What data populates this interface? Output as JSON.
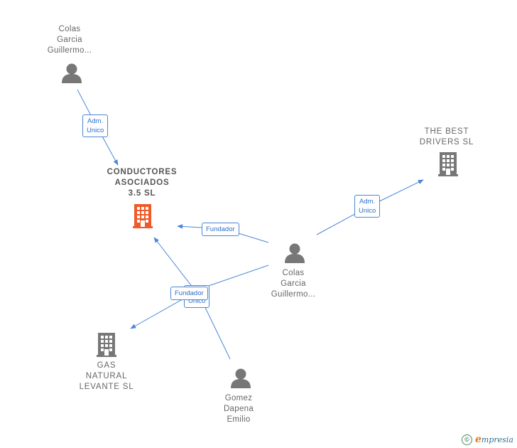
{
  "nodes": {
    "person_top": {
      "label": "Colas\nGarcia\nGuillermo...",
      "type": "person"
    },
    "conductores": {
      "label": "CONDUCTORES\nASOCIADOS\n3.5  SL",
      "type": "company-focus"
    },
    "best_drivers": {
      "label": "THE BEST\nDRIVERS  SL",
      "type": "company"
    },
    "person_center": {
      "label": "Colas\nGarcia\nGuillermo...",
      "type": "person"
    },
    "gas_natural": {
      "label": "GAS\nNATURAL\nLEVANTE SL",
      "type": "company"
    },
    "gomez": {
      "label": "Gomez\nDapena\nEmilio",
      "type": "person"
    }
  },
  "edges": {
    "e1": {
      "label": "Adm.\nUnico"
    },
    "e2": {
      "label": "Adm.\nUnico"
    },
    "e3": {
      "label": "Fundador"
    },
    "e4": {
      "label": "Adm.\nUnico"
    },
    "e5": {
      "label": "Fundador"
    }
  },
  "colors": {
    "edge": "#4a86d8",
    "focus_company": "#f05a28",
    "company": "#777777",
    "person": "#777777"
  },
  "footer": {
    "copyright_symbol": "©",
    "brand_initial": "e",
    "brand_rest": "mpresia"
  }
}
